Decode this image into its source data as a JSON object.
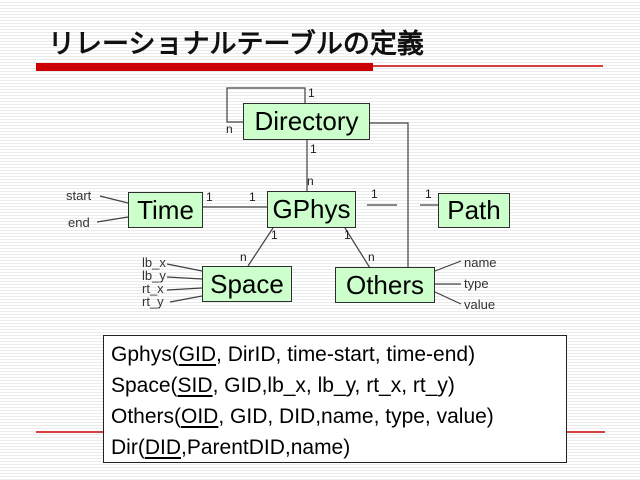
{
  "slide": {
    "title": "リレーショナルテーブルの定義"
  },
  "diagram": {
    "entities": {
      "directory": "Directory",
      "time": "Time",
      "gphys": "GPhys",
      "path": "Path",
      "space": "Space",
      "others": "Others"
    },
    "cardinalities": {
      "dir_self_one": "1",
      "dir_self_n": "n",
      "dir_gphys_one": "1",
      "dir_gphys_n": "n",
      "time_gphys_one_near_time": "1",
      "time_gphys_one_near_gphys": "1",
      "gphys_path_one_near_gphys": "1",
      "gphys_path_one_near_path": "1",
      "gphys_space_one": "1",
      "gphys_space_n": "n",
      "gphys_others_one": "1",
      "gphys_others_n": "n"
    },
    "attributes": {
      "time_start": "start",
      "time_end": "end",
      "space_lb_x": "lb_x",
      "space_lb_y": "lb_y",
      "space_rt_x": "rt_x",
      "space_rt_y": "rt_y",
      "others_name": "name",
      "others_type": "type",
      "others_value": "value"
    }
  },
  "definitions": {
    "rows": [
      {
        "prefix": "Gphys(",
        "key": "GID",
        "suffix": ", DirID, time-start, time-end)"
      },
      {
        "prefix": "Space(",
        "key": "SID",
        "suffix": ", GID,lb_x, lb_y, rt_x, rt_y)"
      },
      {
        "prefix": "Others(",
        "key": "OID",
        "suffix": ", GID, DID,name, type, value)"
      },
      {
        "prefix": "Dir(",
        "key": "DID",
        "suffix": ",ParentDID,name)"
      }
    ]
  },
  "colors": {
    "entity_fill": "#ccffcc",
    "entity_border": "#2e2e2e",
    "accent_red": "#cc0000",
    "connector_line": "#404040"
  }
}
